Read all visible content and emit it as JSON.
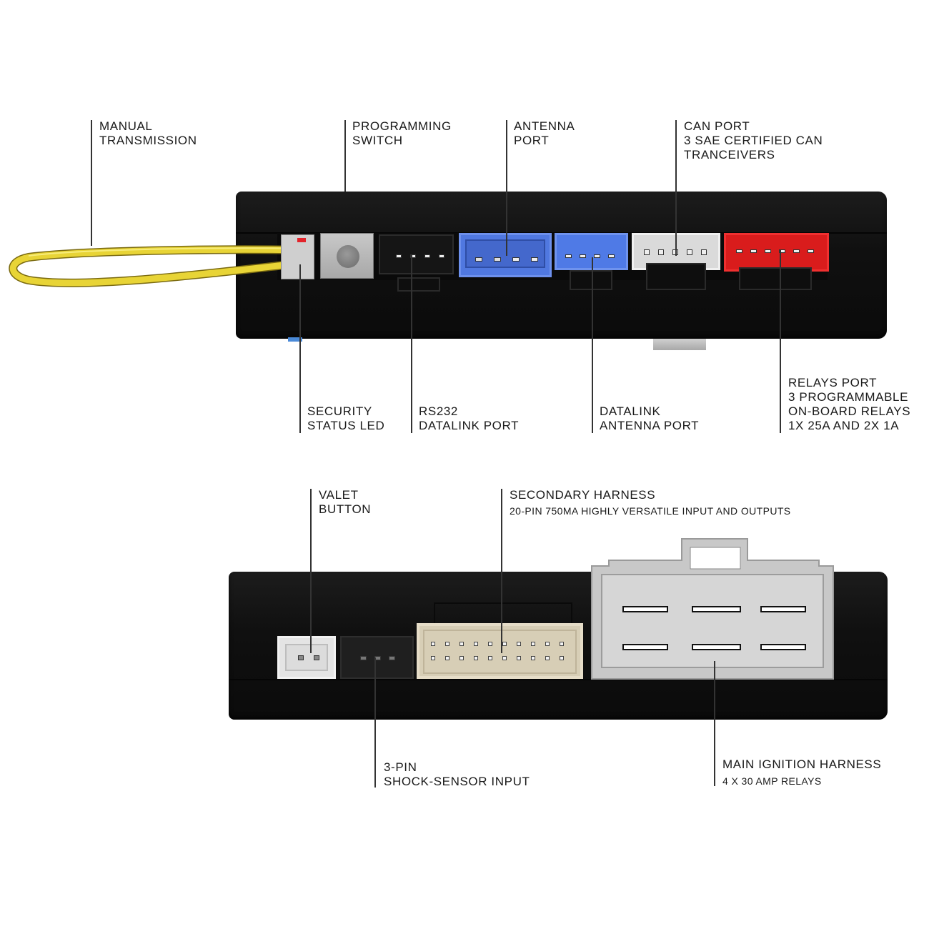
{
  "top_view": {
    "labels": {
      "manual_transmission": [
        "MANUAL",
        "TRANSMISSION"
      ],
      "programming_switch": [
        "PROGRAMMING",
        "SWITCH"
      ],
      "antenna_port": [
        "ANTENNA",
        "PORT"
      ],
      "can_port": [
        "CAN PORT",
        "3 SAE CERTIFIED CAN",
        "TRANCEIVERS"
      ],
      "security_status_led": [
        "SECURITY",
        "STATUS LED"
      ],
      "rs232_datalink_port": [
        "RS232",
        "DATALINK PORT"
      ],
      "datalink_antenna_port": [
        "DATALINK",
        "ANTENNA PORT"
      ],
      "relays_port": [
        "RELAYS PORT",
        "3 PROGRAMMABLE",
        "ON-BOARD RELAYS",
        "1X 25A AND 2X 1A"
      ]
    },
    "connectors": [
      {
        "name": "manual-transmission-jumper",
        "color": "#e8d33a",
        "pins": 0
      },
      {
        "name": "security-status-led",
        "color": "#c8c8c8",
        "pins": 0
      },
      {
        "name": "programming-switch",
        "color": "#bdbdbd",
        "pins": 0
      },
      {
        "name": "rs232-datalink-port",
        "color": "#1a1a1a",
        "pins": 4
      },
      {
        "name": "antenna-port",
        "color": "#4a6fd8",
        "pins": 4
      },
      {
        "name": "datalink-antenna-port",
        "color": "#4a73de",
        "pins": 4
      },
      {
        "name": "can-port",
        "color": "#d9d9d9",
        "pins": 5
      },
      {
        "name": "relays-port",
        "color": "#e02020",
        "pins": 6
      }
    ]
  },
  "bottom_view": {
    "labels": {
      "valet_button": [
        "VALET",
        "BUTTON"
      ],
      "secondary_harness": "SECONDARY HARNESS",
      "secondary_harness_sub": "20-PIN 750MA HIGHLY VERSATILE INPUT AND OUTPUTS",
      "shock_sensor": [
        "3-PIN",
        "SHOCK-SENSOR INPUT"
      ],
      "main_ignition_harness": "MAIN IGNITION HARNESS",
      "main_ignition_harness_sub": "4 X 30 AMP RELAYS"
    },
    "connectors": [
      {
        "name": "valet-button",
        "color": "#e6e6e6",
        "pins": 2
      },
      {
        "name": "shock-sensor-input",
        "color": "#1e1e1e",
        "pins": 3
      },
      {
        "name": "secondary-harness",
        "color": "#d6ccb4",
        "pins": 20
      },
      {
        "name": "main-ignition-harness",
        "color": "#cfcfcf",
        "pins": 6
      }
    ]
  }
}
